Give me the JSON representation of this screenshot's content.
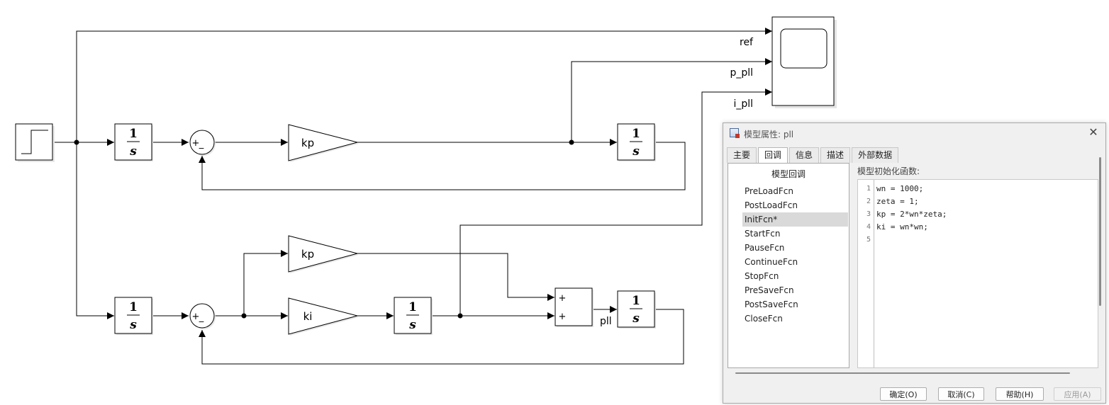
{
  "diagram": {
    "blocks": {
      "step": "Step",
      "scope": "Scope",
      "int_top1": {
        "num": "1",
        "den": "s"
      },
      "int_top2": {
        "num": "1",
        "den": "s"
      },
      "int_bot1": {
        "num": "1",
        "den": "s"
      },
      "int_bot2": {
        "num": "1",
        "den": "s"
      },
      "int_bot3": {
        "num": "1",
        "den": "s"
      },
      "gain_kp_top": "kp",
      "gain_kp_bot": "kp",
      "gain_ki": "ki",
      "sum_top": {
        "plus": "+",
        "minus": "_"
      },
      "sum_bot": {
        "plus": "+",
        "minus": "_"
      },
      "sum_add": {
        "in1": "+",
        "in2": "+"
      }
    },
    "signals": {
      "ref": "ref",
      "p_pll": "p_pll",
      "i_pll": "i_pll",
      "pll": "pll"
    }
  },
  "dialog": {
    "title": "模型属性: pll",
    "tabs": [
      "主要",
      "回调",
      "信息",
      "描述",
      "外部数据"
    ],
    "active_tab": 1,
    "callbacks_header": "模型回调",
    "callbacks": [
      "PreLoadFcn",
      "PostLoadFcn",
      "InitFcn*",
      "StartFcn",
      "PauseFcn",
      "ContinueFcn",
      "StopFcn",
      "PreSaveFcn",
      "PostSaveFcn",
      "CloseFcn"
    ],
    "selected_callback": 2,
    "editor_label": "模型初始化函数:",
    "code_lines": [
      "wn = 1000;",
      "zeta = 1;",
      "kp = 2*wn*zeta;",
      "ki = wn*wn;",
      ""
    ],
    "line_numbers": [
      "1",
      "2",
      "3",
      "4",
      "5"
    ],
    "buttons": {
      "ok": "确定(O)",
      "cancel": "取消(C)",
      "help": "帮助(H)",
      "apply": "应用(A)"
    }
  }
}
